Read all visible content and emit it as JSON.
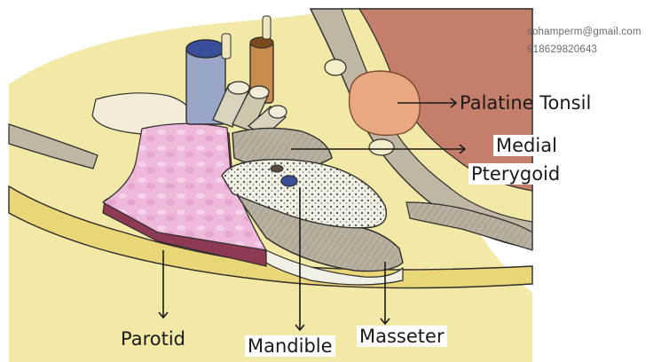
{
  "watermark": {
    "email": "sohamperm@gmail.com",
    "phone": "918629820643"
  },
  "labels": {
    "palatine_tonsil": "Palatine Tonsil",
    "medial_pterygoid_line1": "Medial",
    "medial_pterygoid_line2": "Pterygoid",
    "parotid": "Parotid",
    "mandible": "Mandible",
    "masseter": "Masseter"
  },
  "colors": {
    "background_fat": "#f3e9a6",
    "skin_band": "#e9d777",
    "parotid": "#efb9dc",
    "parotid_edge": "#8e3a52",
    "muscle": "#b9b0a0",
    "bone": "#f2efe4",
    "pharynx": "#c47e6a",
    "tonsil": "#e9a882",
    "vessel_blue": "#3a4f9c",
    "vessel_orange": "#c98a4c"
  }
}
